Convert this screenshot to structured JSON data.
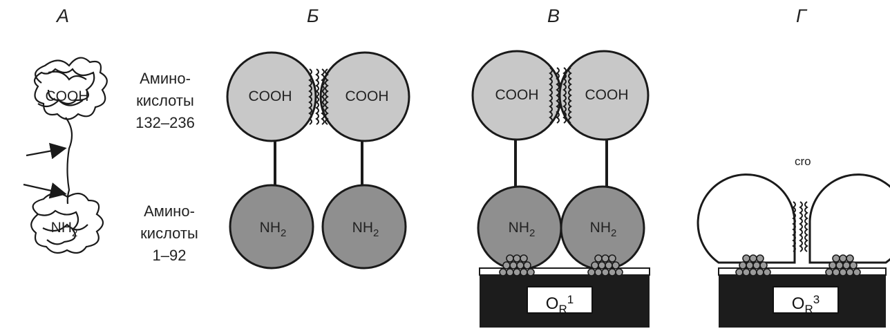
{
  "panels": {
    "a": {
      "letter": "А",
      "cooh": "COOH",
      "nh": "NH",
      "nh_sub": "2"
    },
    "b": {
      "letter": "Б",
      "cooh_left": "COOH",
      "cooh_right": "COOH",
      "nh": "NH",
      "nh_sub": "2"
    },
    "v": {
      "letter": "В",
      "cooh_left": "COOH",
      "cooh_right": "COOH",
      "nh": "NH",
      "nh_sub": "2",
      "operator_base": "O",
      "operator_sub": "R",
      "operator_sup": "1"
    },
    "g": {
      "letter": "Г",
      "label": "cro",
      "operator_base": "O",
      "operator_sub": "R",
      "operator_sup": "3"
    }
  },
  "annotations": {
    "c_domain": {
      "line1": "Амино-",
      "line2": "кислоты",
      "line3": "132–236"
    },
    "n_domain": {
      "line1": "Амино-",
      "line2": "кислоты",
      "line3": "1–92"
    }
  },
  "colors": {
    "domain_c": "#c8c8c8",
    "domain_n": "#8f8f8f",
    "dna_block": "#1c1c1c",
    "outline": "#1a1a1a"
  }
}
